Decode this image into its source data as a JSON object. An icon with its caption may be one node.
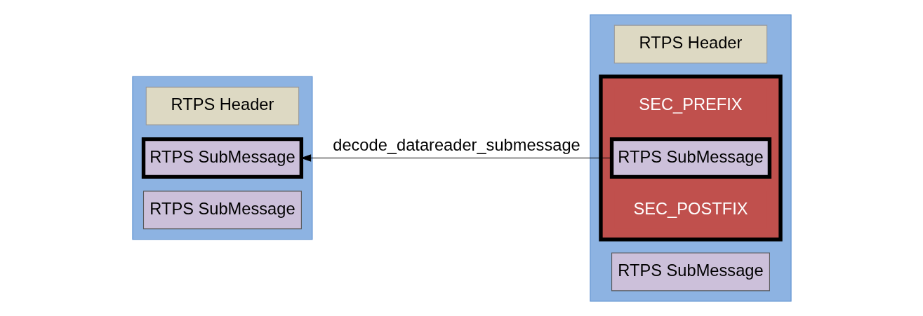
{
  "diagram": {
    "nodes": [
      {
        "text": [],
        "shape": "box"
      },
      {
        "text": [
          "RTPS Header"
        ],
        "in": 0
      },
      {
        "text": [
          "RTPS SubMessage"
        ],
        "in": 0
      },
      {
        "text": [
          "RTPS SubMessage"
        ],
        "in": 0
      },
      {
        "text": [],
        "shape": "box"
      },
      {
        "text": [
          "RTPS Header"
        ],
        "in": 4
      },
      {
        "text": [],
        "shape": "box",
        "in": 4
      },
      {
        "text": [
          "SEC_PREFIX"
        ],
        "in": 6
      },
      {
        "text": [
          "RTPS SubMessage"
        ],
        "in": 6
      },
      {
        "text": [
          "SEC_POSTFIX"
        ],
        "in": 6
      },
      {
        "text": [
          "RTPS SubMessage"
        ],
        "in": 4
      }
    ],
    "edges": [
      {
        "from": 8,
        "to": 2,
        "arrow": "to",
        "label": "decode_datareader_submessage"
      }
    ]
  }
}
